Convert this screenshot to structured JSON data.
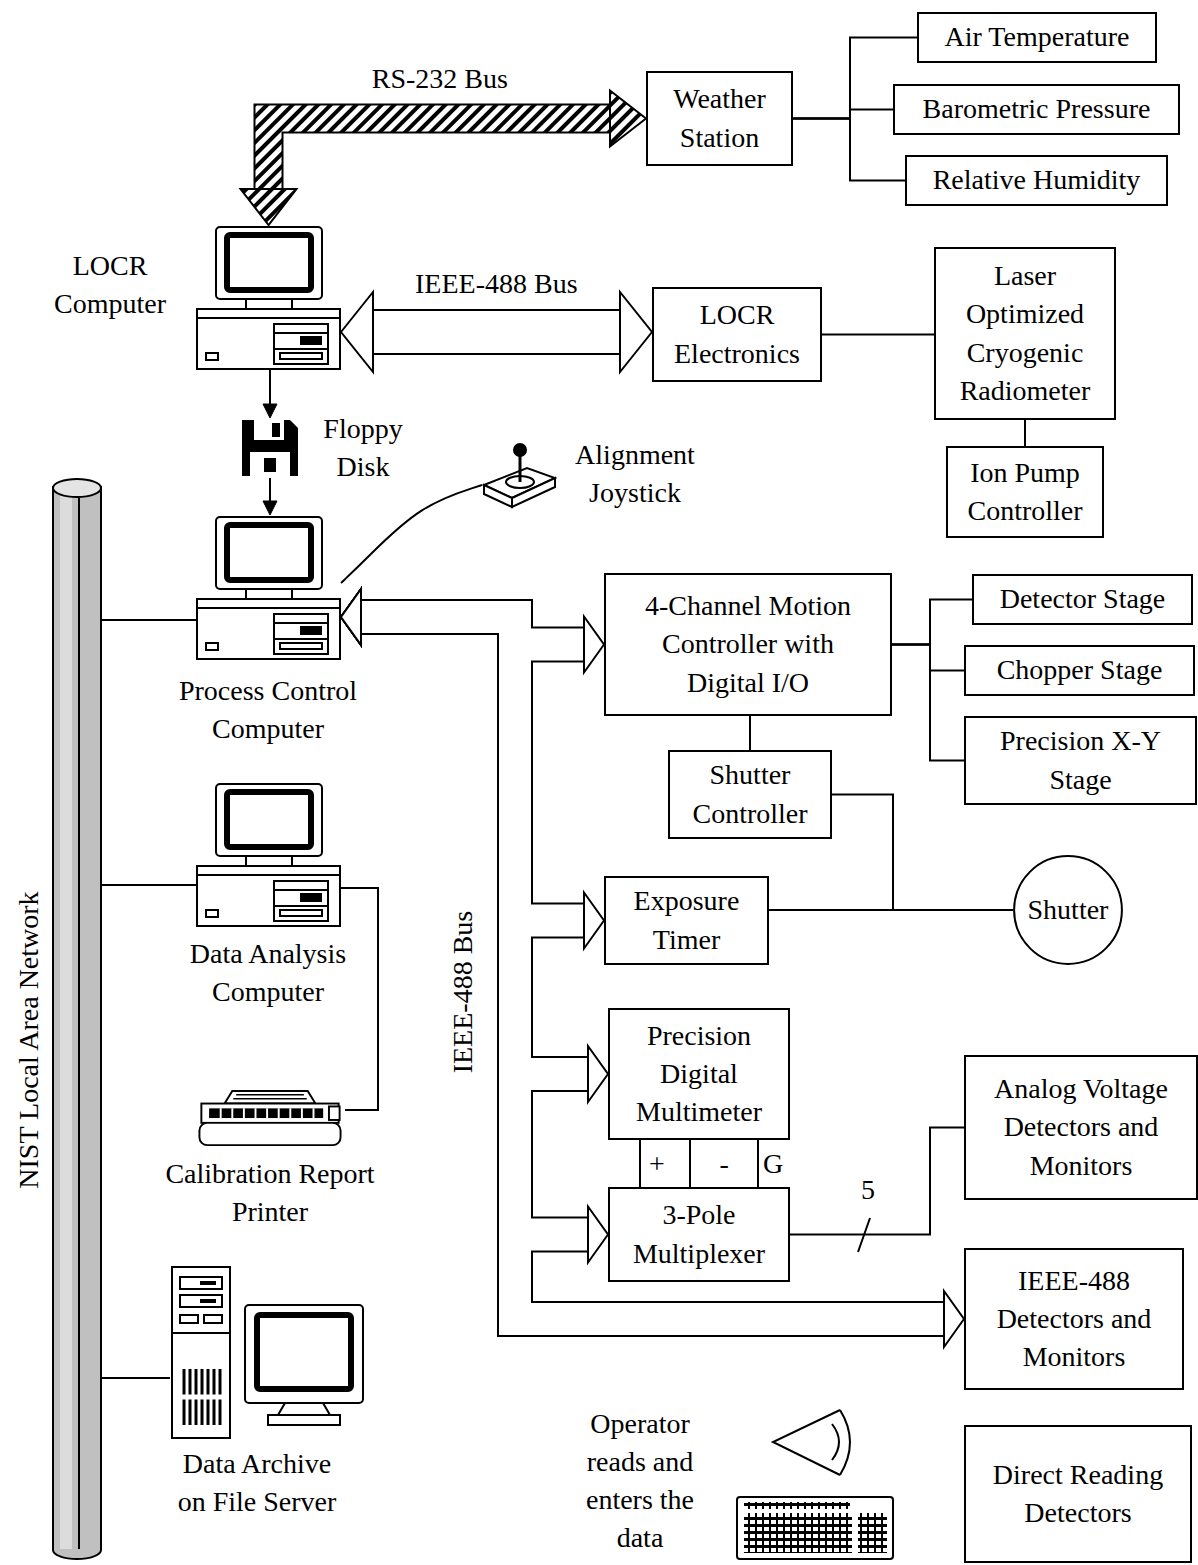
{
  "diagram": {
    "nodes": [
      {
        "text": [
          "Weather Station"
        ]
      },
      {
        "text": [
          "Air Temperature"
        ]
      },
      {
        "text": [
          "Barometric Pressure"
        ]
      },
      {
        "text": [
          "Relative Humidity"
        ]
      },
      {
        "text": [
          "LOCR Computer"
        ]
      },
      {
        "text": [
          "LOCR Electronics"
        ]
      },
      {
        "text": [
          "Laser Optimized Cryogenic Radiometer"
        ]
      },
      {
        "text": [
          "Ion Pump Controller"
        ]
      },
      {
        "text": [
          "Floppy Disk"
        ]
      },
      {
        "text": [
          "Alignment Joystick"
        ]
      },
      {
        "text": [
          "NIST Local Area Network"
        ]
      },
      {
        "text": [
          "Process Control Computer"
        ]
      },
      {
        "text": [
          "4-Channel Motion Controller with Digital I/O"
        ]
      },
      {
        "text": [
          "Detector Stage"
        ]
      },
      {
        "text": [
          "Chopper Stage"
        ]
      },
      {
        "text": [
          "Precision X-Y Stage"
        ]
      },
      {
        "text": [
          "Shutter Controller"
        ]
      },
      {
        "text": [
          "Exposure Timer"
        ]
      },
      {
        "text": [
          "Shutter"
        ]
      },
      {
        "text": [
          "Data Analysis Computer"
        ]
      },
      {
        "text": [
          "Precision Digital Multimeter"
        ]
      },
      {
        "text": [
          "3-Pole Multiplexer"
        ]
      },
      {
        "text": [
          "Analog Voltage Detectors and Monitors"
        ]
      },
      {
        "text": [
          "Calibration Report Printer"
        ]
      },
      {
        "text": [
          "IEEE-488 Detectors and Monitors"
        ]
      },
      {
        "text": [
          "Data Archive on File Server"
        ]
      },
      {
        "text": [
          "Direct Reading Detectors"
        ]
      }
    ],
    "edges": [
      {
        "from": 4,
        "to": 0,
        "label": "RS-232 Bus",
        "arrow": "both"
      },
      {
        "from": 0,
        "to": 1,
        "arrow": "none"
      },
      {
        "from": 0,
        "to": 2,
        "arrow": "none"
      },
      {
        "from": 0,
        "to": 3,
        "arrow": "none"
      },
      {
        "from": 4,
        "to": 5,
        "label": "IEEE-488 Bus",
        "arrow": "both"
      },
      {
        "from": 5,
        "to": 6,
        "arrow": "none"
      },
      {
        "from": 6,
        "to": 7,
        "arrow": "none"
      },
      {
        "from": 4,
        "to": 8,
        "arrow": "to"
      },
      {
        "from": 8,
        "to": 11,
        "arrow": "to"
      },
      {
        "from": 9,
        "to": 11,
        "arrow": "none"
      },
      {
        "from": 11,
        "to": 12,
        "arrow": "both"
      },
      {
        "from": 11,
        "to": 17,
        "arrow": "both"
      },
      {
        "from": 11,
        "to": 20,
        "arrow": "both"
      },
      {
        "from": 11,
        "to": 21,
        "arrow": "both"
      },
      {
        "from": 11,
        "to": 24,
        "arrow": "both"
      },
      {
        "from": 12,
        "to": 13,
        "arrow": "none"
      },
      {
        "from": 12,
        "to": 14,
        "arrow": "none"
      },
      {
        "from": 12,
        "to": 15,
        "arrow": "none"
      },
      {
        "from": 12,
        "to": 16,
        "arrow": "none"
      },
      {
        "from": 16,
        "to": 18,
        "arrow": "none"
      },
      {
        "from": 17,
        "to": 18,
        "arrow": "none"
      },
      {
        "from": 10,
        "to": 11,
        "arrow": "none"
      },
      {
        "from": 10,
        "to": 19,
        "arrow": "none"
      },
      {
        "from": 10,
        "to": 25,
        "arrow": "none"
      },
      {
        "from": 19,
        "to": 23,
        "arrow": "none"
      },
      {
        "from": 21,
        "to": 22,
        "arrow": "none"
      }
    ],
    "labels": [
      "+",
      "-",
      "G",
      "5",
      "IEEE-488 Bus",
      "Operator reads and enters the data"
    ]
  }
}
